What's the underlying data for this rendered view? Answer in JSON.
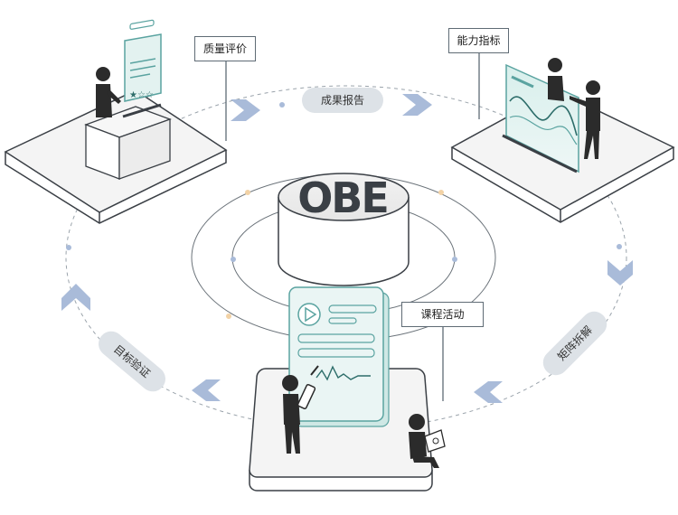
{
  "center_label": "OBE",
  "callouts": {
    "quality_evaluation": "质量评价",
    "ability_indicators": "能力指标",
    "course_activities": "课程活动"
  },
  "cycle_steps": {
    "outcome_report": "成果报告",
    "matrix_decomposition": "矩阵拆解",
    "goal_verification": "目标验证"
  },
  "colors": {
    "outline": "#3a3f45",
    "accent_teal": "#5aa3a0",
    "arrow_blue": "#a9bbd9",
    "pill_bg": "#dde2e7",
    "figure": "#2b2b2b"
  }
}
